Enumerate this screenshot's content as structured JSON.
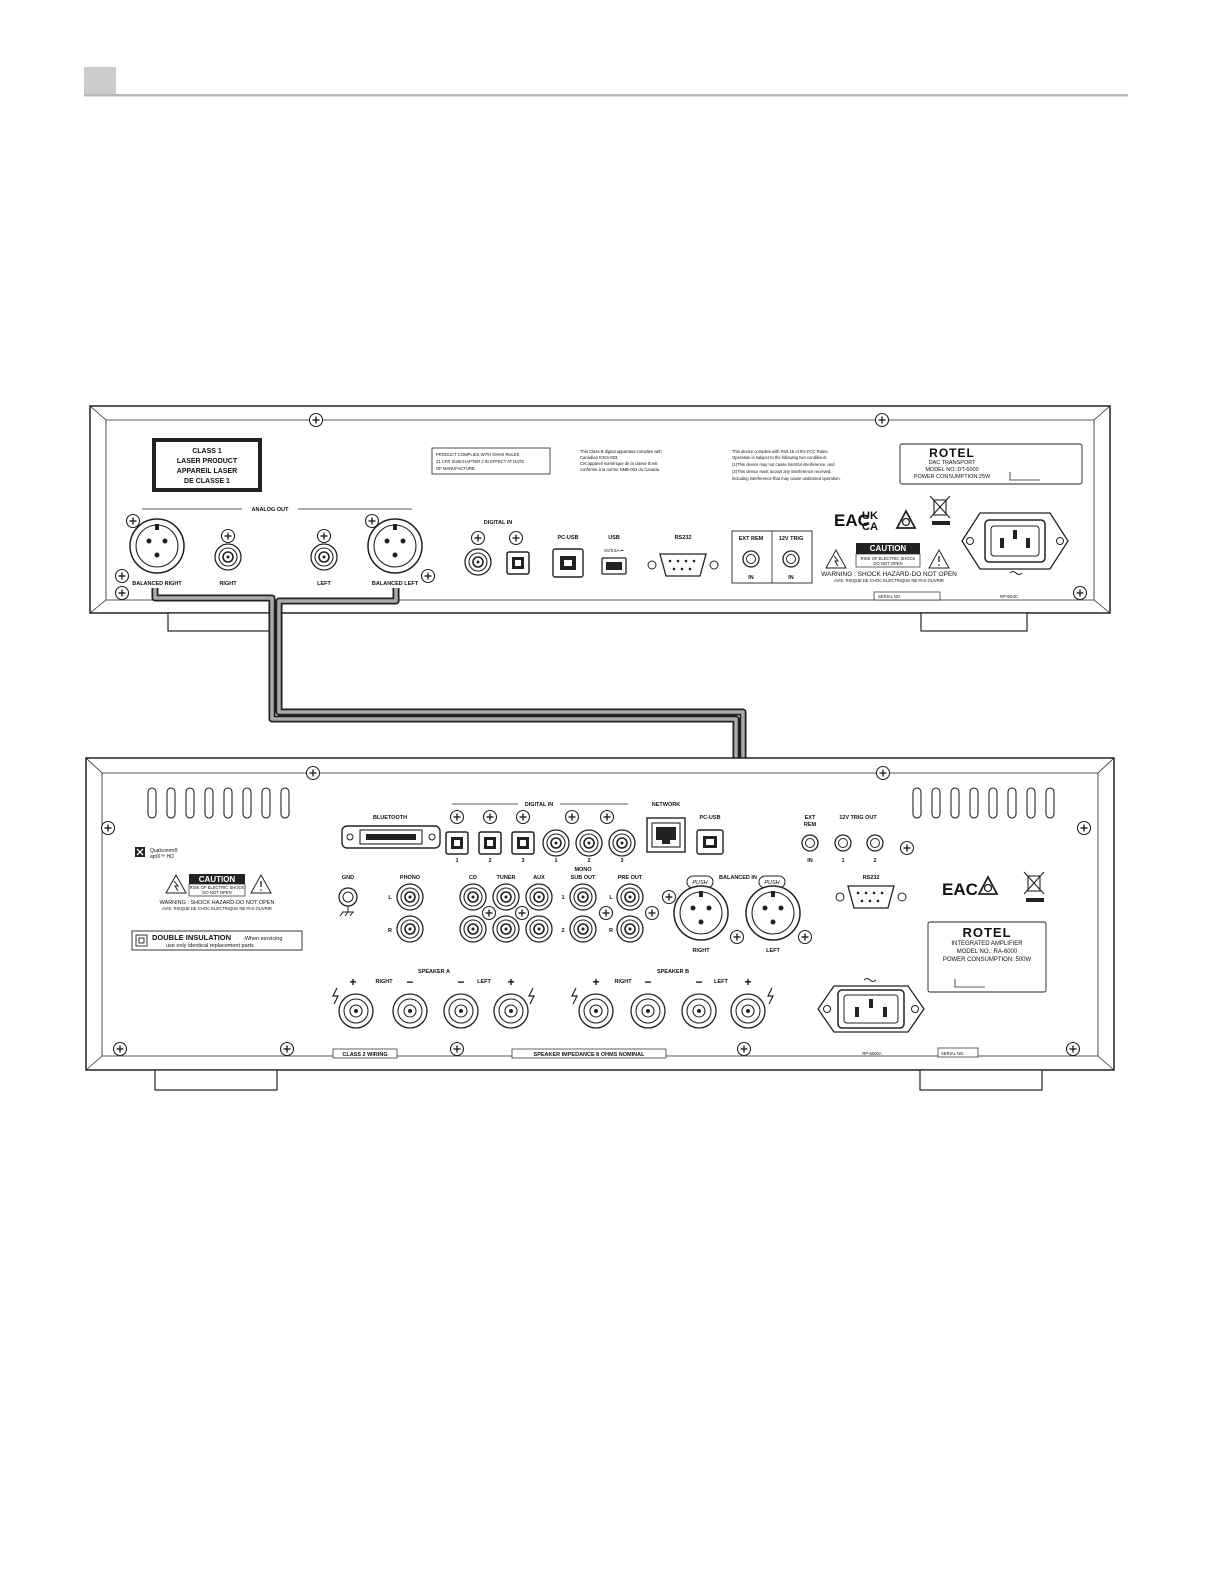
{
  "header": {
    "tab_color": "#cccccc",
    "rule_color": "#b8b8b8"
  },
  "transport": {
    "laser_label": [
      "CLASS 1",
      "LASER PRODUCT",
      "APPAREIL LASER",
      "DE CLASSE 1"
    ],
    "fcc_rules": [
      "PRODUCT COMPLIES WITH DHHS RULES",
      "21 CFR SUBCHAPTER J IN EFFECT AT DATE",
      "OF MANUFACTURE."
    ],
    "class_b": [
      "This Class B digital apparatus complies with",
      "Canadian ICES-003.",
      "Cet appareil numérique de la classe B est",
      "conforme à la norme NMB-003 du Canada."
    ],
    "part15": [
      "This device complies with Part 15 of the FCC Rules.",
      "Operation is subject to the following two conditions:",
      "(1)This device may not cause harmful interference, and",
      "(2)This device must accept any interference received,",
      "including interference that may cause undesired operation."
    ],
    "brand": "ROTEL",
    "model_type": "DAC TRANSPORT",
    "model_no": "MODEL NO.:DT-6000",
    "power": "POWER CONSUMPTION:25W",
    "analog_out": "ANALOG OUT",
    "balanced_right": "BALANCED RIGHT",
    "right": "RIGHT",
    "left": "LEFT",
    "balanced_left": "BALANCED LEFT",
    "digital_in": "DIGITAL IN",
    "pc_usb": "PC-USB",
    "usb": "USB",
    "usb_rating": "5V/0.5A ⎓",
    "rs232": "RS232",
    "ext_rem": "EXT REM",
    "trig": "12V TRIG",
    "in1": "IN",
    "in2": "IN",
    "caution": "CAUTION",
    "caution_sub": [
      "RISK OF ELECTRIC SHOCK",
      "DO NOT OPEN"
    ],
    "warning": "WARNING : SHOCK HAZARD-DO NOT OPEN",
    "warning_fr": "AVIS: RISQUE DE CHOC ELECTRIQUE-NE PAS OUVRIR",
    "serial": "SERIAL NO.",
    "code": "RP-6D4C",
    "cert_eac": "EAC",
    "cert_ukca": [
      "UK",
      "CA"
    ]
  },
  "amplifier": {
    "bluetooth": "BLUETOOTH",
    "digital_in": "DIGITAL IN",
    "network": "NETWORK",
    "pc_usb": "PC-USB",
    "ext_rem": [
      "EXT",
      "REM"
    ],
    "trig_out": "12V TRIG OUT",
    "in": "IN",
    "t1": "1",
    "t2": "2",
    "opt": [
      "1",
      "2",
      "3"
    ],
    "coax": [
      "1",
      "2",
      "3"
    ],
    "qualcomm": [
      "Qualcomm®",
      "aptX™ HD"
    ],
    "caution": "CAUTION",
    "caution_sub": [
      "RISK OF ELECTRIC SHOCK",
      "DO NOT OPEN"
    ],
    "warning": "WARNING : SHOCK HAZARD-DO NOT OPEN",
    "warning_fr": "AVIS: RISQUE DE CHOC ELECTRIQUE-NE PAS OUVRIR",
    "double_insulation": "DOUBLE INSULATION",
    "double_sub": [
      "-When servicing",
      "use only identical replacement parts"
    ],
    "gnd": "GND",
    "phono": "PHONO",
    "cd": "CD",
    "tuner": "TUNER",
    "aux": "AUX",
    "mono_sub": [
      "MONO",
      "SUB OUT"
    ],
    "pre_out": "PRE OUT",
    "L": "L",
    "R": "R",
    "sub1": "1",
    "sub2": "2",
    "balanced_in": "BALANCED IN",
    "push": "PUSH",
    "right": "RIGHT",
    "left": "LEFT",
    "rs232": "RS232",
    "brand": "ROTEL",
    "model_type": "INTEGRATED AMPLIFIER",
    "model_no": "MODEL NO.: RA-6000",
    "power": "POWER CONSUMPTION: 500W",
    "speaker_a": "SPEAKER  A",
    "speaker_b": "SPEAKER  B",
    "sp_right": "RIGHT",
    "sp_left": "LEFT",
    "class2": "CLASS 2 WIRING",
    "impedance": "SPEAKER IMPEDANCE 8 OHMS NOMINAL",
    "code": "RP-6000A",
    "serial": "SERIAL NO.",
    "cert_eac": "EAC"
  }
}
